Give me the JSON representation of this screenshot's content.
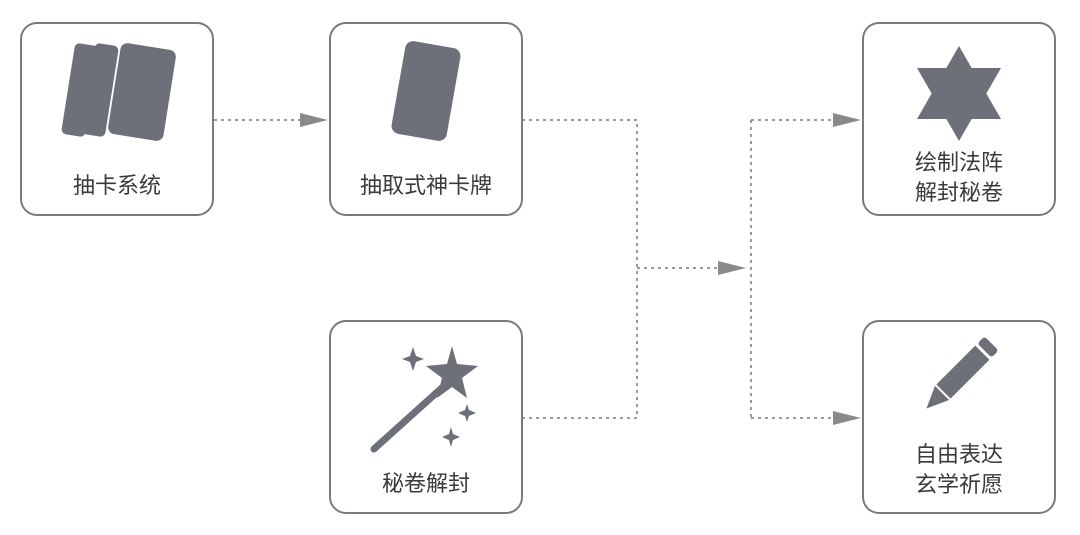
{
  "diagram": {
    "nodes": [
      {
        "id": "card-system",
        "lines": [
          "抽卡系统"
        ],
        "icon": "cards-deck-icon"
      },
      {
        "id": "draw-card",
        "lines": [
          "抽取式神卡牌"
        ],
        "icon": "single-card-icon"
      },
      {
        "id": "scroll-unseal",
        "lines": [
          "秘卷解封"
        ],
        "icon": "magic-wand-icon"
      },
      {
        "id": "draw-array",
        "lines": [
          "绘制法阵",
          "解封秘卷"
        ],
        "icon": "hexagram-star-icon"
      },
      {
        "id": "free-express",
        "lines": [
          "自由表达",
          "玄学祈愿"
        ],
        "icon": "pencil-icon"
      }
    ],
    "edges": [
      {
        "from": "card-system",
        "to": "draw-card"
      },
      {
        "from": "draw-card",
        "to": "merge"
      },
      {
        "from": "scroll-unseal",
        "to": "merge"
      },
      {
        "from": "merge",
        "to": "draw-array"
      },
      {
        "from": "merge",
        "to": "free-express"
      }
    ]
  },
  "colors": {
    "box_border": "#7a7a7a",
    "icon_fill": "#6d7079",
    "connector": "#9a9a9a",
    "arrow_head": "#8a8a8a",
    "label_text": "#3a3a3a"
  }
}
